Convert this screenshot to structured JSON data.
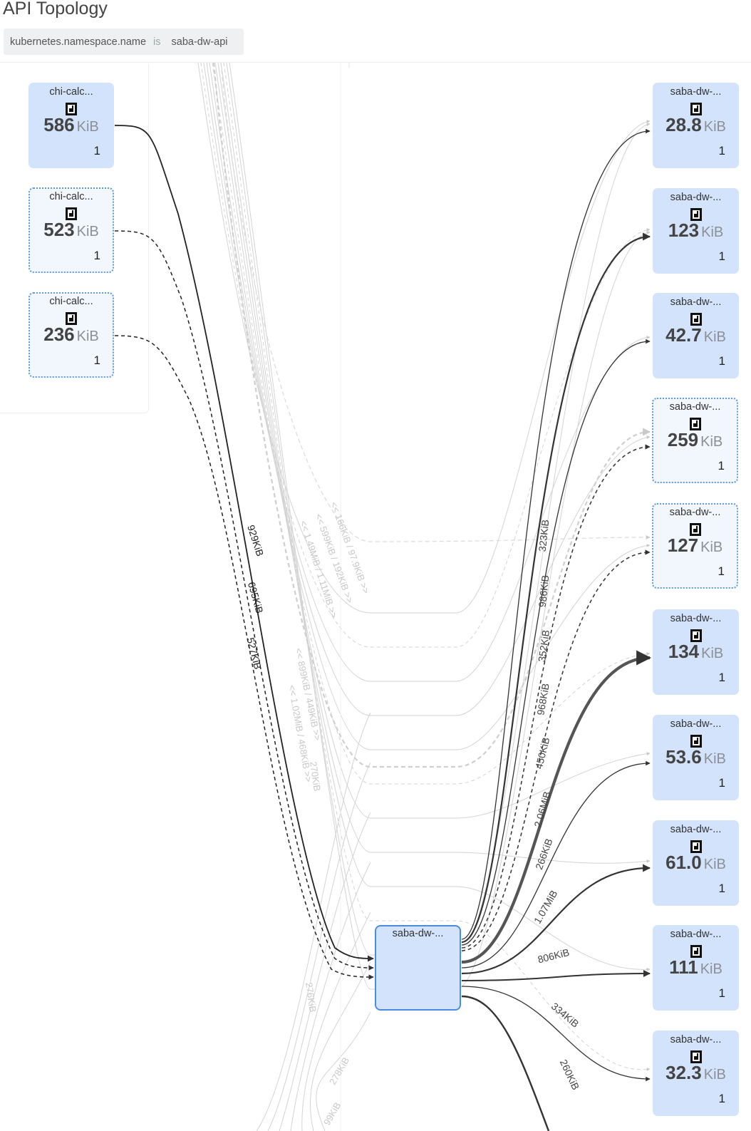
{
  "header": {
    "title": "API Topology",
    "filter": {
      "key": "kubernetes.namespace.name",
      "operator": "is",
      "value": "saba-dw-api"
    }
  },
  "colors": {
    "node_fill": "#d3e3fc",
    "node_fill_inactive": "#f2f6fd",
    "node_border_dotted": "#5f9ce0",
    "center_border": "#4a8de0",
    "edge_strong": "#333333",
    "edge_faint": "#d0d0d0"
  },
  "node_icon": "kubernetes-pod-icon",
  "left_nodes": [
    {
      "name": "chi-calc...",
      "value": "586",
      "unit": "KiB",
      "count": "1",
      "style": "solid"
    },
    {
      "name": "chi-calc...",
      "value": "523",
      "unit": "KiB",
      "count": "1",
      "style": "dotted"
    },
    {
      "name": "chi-calc...",
      "value": "236",
      "unit": "KiB",
      "count": "1",
      "style": "dotted"
    }
  ],
  "center_node": {
    "name": "saba-dw-..."
  },
  "right_nodes": [
    {
      "name": "saba-dw-...",
      "value": "28.8",
      "unit": "KiB",
      "count": "1",
      "style": "solid"
    },
    {
      "name": "saba-dw-...",
      "value": "123",
      "unit": "KiB",
      "count": "1",
      "style": "solid"
    },
    {
      "name": "saba-dw-...",
      "value": "42.7",
      "unit": "KiB",
      "count": "1",
      "style": "solid"
    },
    {
      "name": "saba-dw-...",
      "value": "259",
      "unit": "KiB",
      "count": "1",
      "style": "dotted"
    },
    {
      "name": "saba-dw-...",
      "value": "127",
      "unit": "KiB",
      "count": "1",
      "style": "dotted"
    },
    {
      "name": "saba-dw-...",
      "value": "134",
      "unit": "KiB",
      "count": "1",
      "style": "solid"
    },
    {
      "name": "saba-dw-...",
      "value": "53.6",
      "unit": "KiB",
      "count": "1",
      "style": "solid"
    },
    {
      "name": "saba-dw-...",
      "value": "61.0",
      "unit": "KiB",
      "count": "1",
      "style": "solid"
    },
    {
      "name": "saba-dw-...",
      "value": "111",
      "unit": "KiB",
      "count": "1",
      "style": "solid"
    },
    {
      "name": "saba-dw-...",
      "value": "32.3",
      "unit": "KiB",
      "count": "1",
      "style": "solid"
    }
  ],
  "edge_labels": {
    "inbound": [
      "929KiB",
      "695KiB",
      "527KiB"
    ],
    "outbound": [
      "323KiB",
      "986KiB",
      "352KiB",
      "968KiB",
      "450KiB",
      "2.06MiB",
      "266KiB",
      "1.07MiB",
      "806KiB",
      "334KiB",
      "260KiB"
    ],
    "faint": [
      "<< 166KiB / 97.9KiB >>",
      "<< 599KiB / 192KiB >>",
      "<< 1.49MiB / 1.11MiB >>",
      "<< 899KiB / 449KiB >>",
      "<< 1.02MiB / 468KiB >>",
      "270KiB",
      "276KiB",
      "278KiB",
      "99KiB"
    ]
  }
}
